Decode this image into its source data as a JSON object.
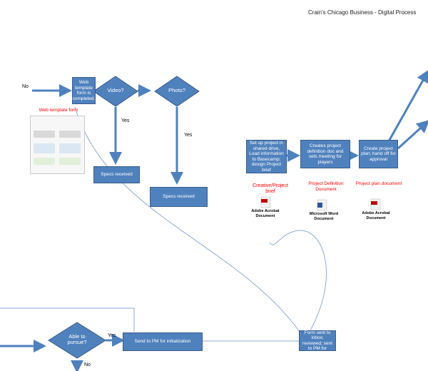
{
  "header": {
    "title": "Crain's Chicago Business - Digital Process"
  },
  "nodes": {
    "web_template": "Web template form is completed.",
    "video": "Video?",
    "photo": "Photo?",
    "specs_video": "Specs received",
    "specs_photo": "Specs received",
    "setup": "Set up project in shared drive, Load information to Basecamp; design Project brief",
    "definition": "Creates project definition doc and sets meeting for players",
    "plan": "Create project plan; hand off for approval",
    "able": "Able to pursue?",
    "send_pm": "Send to PM for initialization",
    "inbox": "Form sent to inbox; reviewed; sent to PM for"
  },
  "edge_labels": {
    "no_top": "No",
    "yes_video": "Yes",
    "yes_photo": "Yes",
    "yes_able": "Yes",
    "no_able": "No"
  },
  "annotations": {
    "web_template_form": "Web template form",
    "creative_brief": "Creative/Project brief",
    "definition_doc": "Project Definition Document",
    "plan_doc": "Project plan document"
  },
  "documents": {
    "doc1": "Adobe Acrobat Document",
    "doc2": "Microsoft Word Document",
    "doc3": "Adobe Acrobat Document"
  },
  "colors": {
    "box_fill": "#4f81bd",
    "box_stroke": "#385d8a",
    "arrow": "#4f81bd",
    "curve": "#8eaadb",
    "annotation": "#ff0000"
  }
}
